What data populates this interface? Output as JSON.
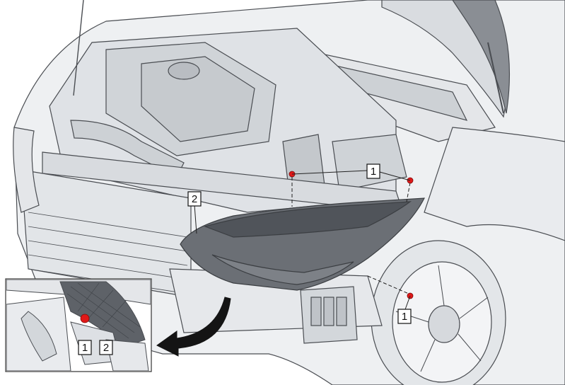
{
  "diagram": {
    "callouts": [
      {
        "number": "1"
      },
      {
        "number": "1"
      },
      {
        "number": "2"
      },
      {
        "number": "1"
      },
      {
        "number": "2"
      }
    ],
    "colors": {
      "background": "#ffffff",
      "body": "#eef0f2",
      "panel": "#dfe2e6",
      "dark_part": "#6b6f75",
      "line": "#4a4d52",
      "fastener": "#e01818",
      "arrow": "#141414"
    }
  }
}
